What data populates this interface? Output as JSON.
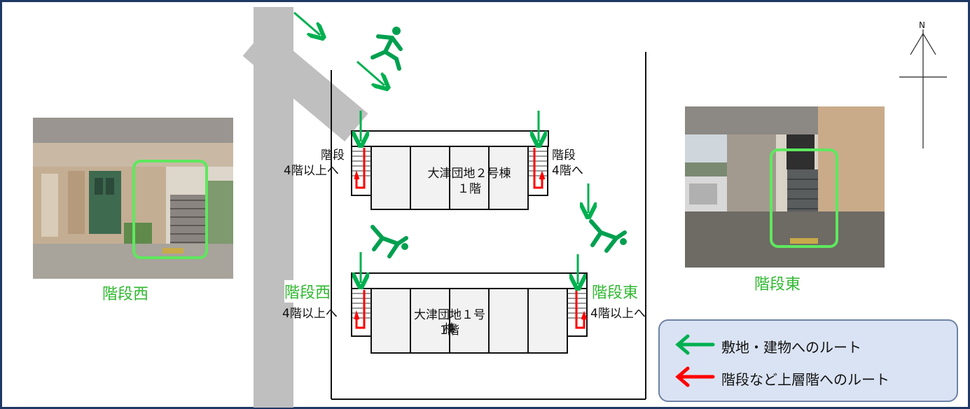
{
  "map": {
    "north_label": "N",
    "buildings": [
      {
        "name": "大津団地２号棟",
        "floor": "１階"
      },
      {
        "name": "大津団地１号棟",
        "floor": "1階"
      }
    ],
    "stair_labels": {
      "b2_west_top": "階段",
      "b2_west_bottom": "4階以上へ",
      "b2_east_top": "階段",
      "b2_east_bottom": "4階へ",
      "b1_west_name": "階段西",
      "b1_west_dest": "4階以上へ",
      "b1_east_name": "階段東",
      "b1_east_dest": "4階以上へ"
    },
    "photo_captions": {
      "west": "階段西",
      "east": "階段東"
    },
    "legend": [
      {
        "label": "敷地・建物へのルート",
        "color": "#00b050"
      },
      {
        "label": "階段など上層階へのルート",
        "color": "#ff0000"
      }
    ],
    "colors": {
      "site_route": "#00b050",
      "stair_route": "#ff0000",
      "accent": "#2eb82e",
      "frame": "#1f3864"
    }
  }
}
